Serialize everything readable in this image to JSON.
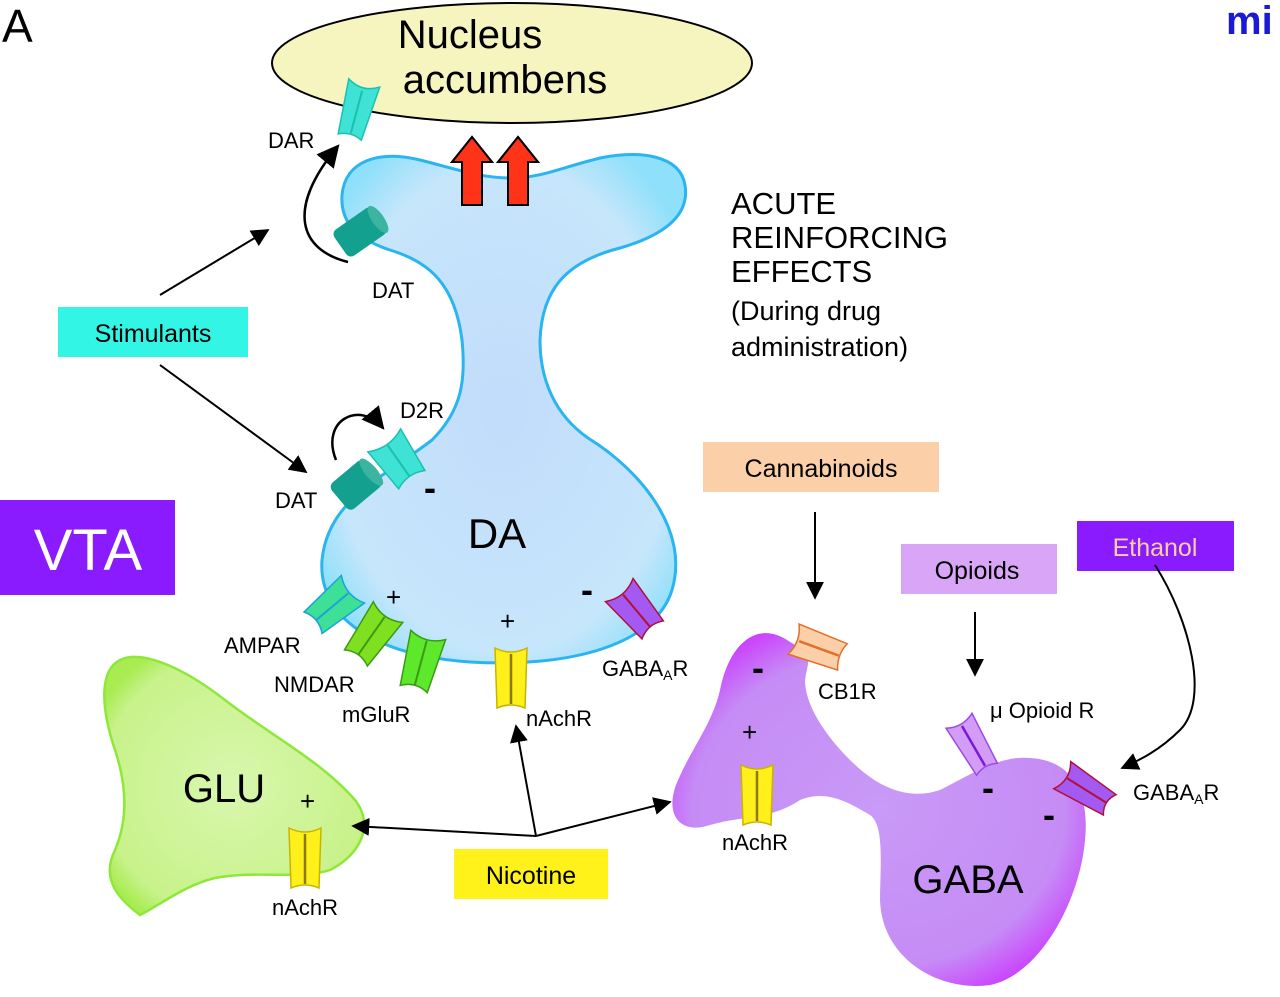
{
  "panel_letter": "A",
  "logo_text": "mi",
  "colors": {
    "da_neuron_fill": "#c6e6fb",
    "da_neuron_stroke": "#2ab4f0",
    "nucleus_fill": "#f6f5c0",
    "glu_fill": "#c8f28a",
    "glu_stroke": "#8ee83a",
    "gaba_fill": "#c58cf5",
    "gaba_edge": "#cc33ff",
    "arrow_red": "#ff3317",
    "stimulants_box": "#33f5e6",
    "cannabinoids_box": "#fbcfa8",
    "opioids_box": "#d9a6f7",
    "ethanol_box": "#8a1bff",
    "ethanol_text": "#fbcf9b",
    "nicotine_box": "#fff21a",
    "vta_box": "#8a1bff",
    "logo": "#1a1ad6"
  },
  "regions": {
    "nucleus_accumbens": [
      "Nucleus",
      "accumbens"
    ],
    "vta": "VTA",
    "da": "DA",
    "glu": "GLU",
    "gaba": "GABA"
  },
  "title_block": {
    "lines": [
      "ACUTE",
      "REINFORCING",
      "EFFECTS"
    ],
    "sub_lines": [
      "(During drug",
      "administration)"
    ]
  },
  "drugs": {
    "stimulants": "Stimulants",
    "cannabinoids": "Cannabinoids",
    "opioids": "Opioids",
    "ethanol": "Ethanol",
    "nicotine": "Nicotine"
  },
  "receptors": {
    "dar": "DAR",
    "dat_top": "DAT",
    "dat_bottom": "DAT",
    "d2r": "D2R",
    "ampar": "AMPAR",
    "nmdar": "NMDAR",
    "mglur": "mGluR",
    "nachr_da": "nAchR",
    "gabaar_da_main": "GABA",
    "gabaar_da_sub": "A",
    "gabaar_da_end": "R",
    "cb1r": "CB1R",
    "mu_opioid": "μ Opioid R",
    "nachr_gaba": "nAchR",
    "gabaar_gaba_main": "GABA",
    "gabaar_gaba_sub": "A",
    "gabaar_gaba_end": "R",
    "nachr_glu": "nAchR"
  },
  "signs": {
    "d2r": "-",
    "glut_plus": "+",
    "nachr_da": "+",
    "gabaar_da": "-",
    "cb1r": "-",
    "nachr_gaba": "+",
    "mu_opioid": "-",
    "gabaar_gaba": "-",
    "glu_plus": "+"
  }
}
